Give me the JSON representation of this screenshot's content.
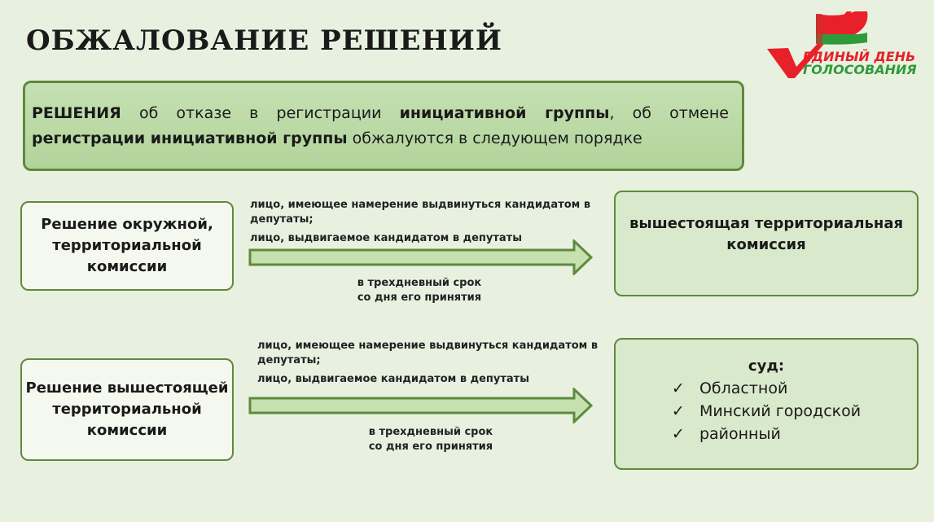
{
  "title": "ОБЖАЛОВАНИЕ РЕШЕНИЙ",
  "logo": {
    "line1": "ЕДИНЫЙ ДЕНЬ",
    "line2": "ГОЛОСОВАНИЯ"
  },
  "intro": {
    "bold1": "РЕШЕНИЯ",
    "normal1": " об отказе в регистрации ",
    "bold2": "инициативной группы",
    "normal2": ", об отмене ",
    "bold3": "регистрации инициативной группы",
    "normal3": " обжалуются в следующем порядке"
  },
  "rows": [
    {
      "left": "Решение окружной, территориальной комиссии",
      "who1": "лицо, имеющее намерение выдвинуться кандидатом в депутаты;",
      "who2": "лицо, выдвигаемое кандидатом в депутаты",
      "term1": "в трехдневный срок",
      "term2": "со дня его принятия",
      "right": "вышестоящая территориальная комиссия"
    },
    {
      "left": "Решение вышестоящей территориальной комиссии",
      "who1": "лицо, имеющее намерение выдвинуться кандидатом в депутаты;",
      "who2": "лицо, выдвигаемое кандидатом в депутаты",
      "term1": "в трехдневный срок",
      "term2": "со дня его принятия",
      "right_title": "суд:",
      "courts": [
        "Областной",
        "Минский городской",
        "районный"
      ]
    }
  ],
  "colors": {
    "border": "#5f8a3d",
    "background": "#e8f1e0",
    "logo_red": "#e8202a",
    "logo_green": "#2f9a3a"
  }
}
